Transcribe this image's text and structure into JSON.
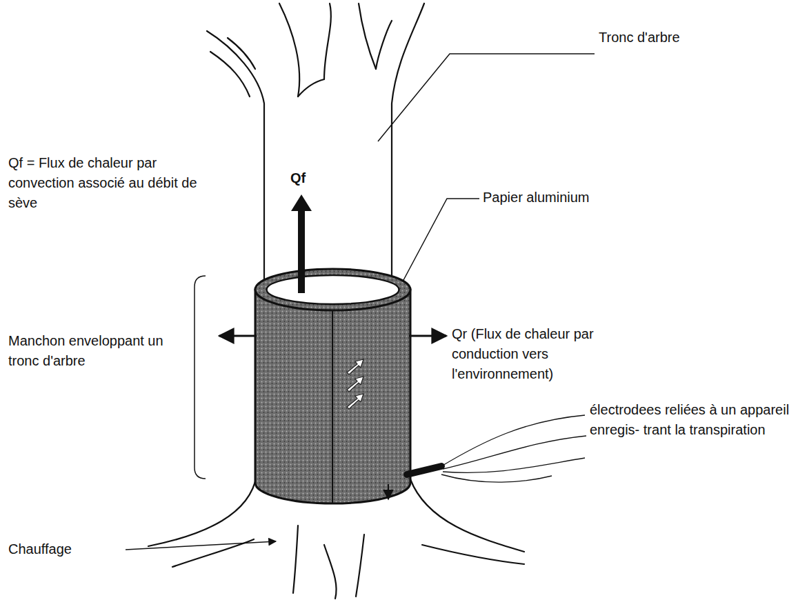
{
  "diagram": {
    "labels": [
      "Tronc d'arbre",
      "Qf = Flux de chaleur par convection associé au débit de sève",
      "Qf",
      "Papier aluminium",
      "Manchon enveloppant un tronc d'arbre",
      "Qr (Flux de chaleur par conduction vers l'environnement)",
      "électrodees reliées à un appareil enregis- trant la transpiration",
      "Chauffage"
    ]
  }
}
